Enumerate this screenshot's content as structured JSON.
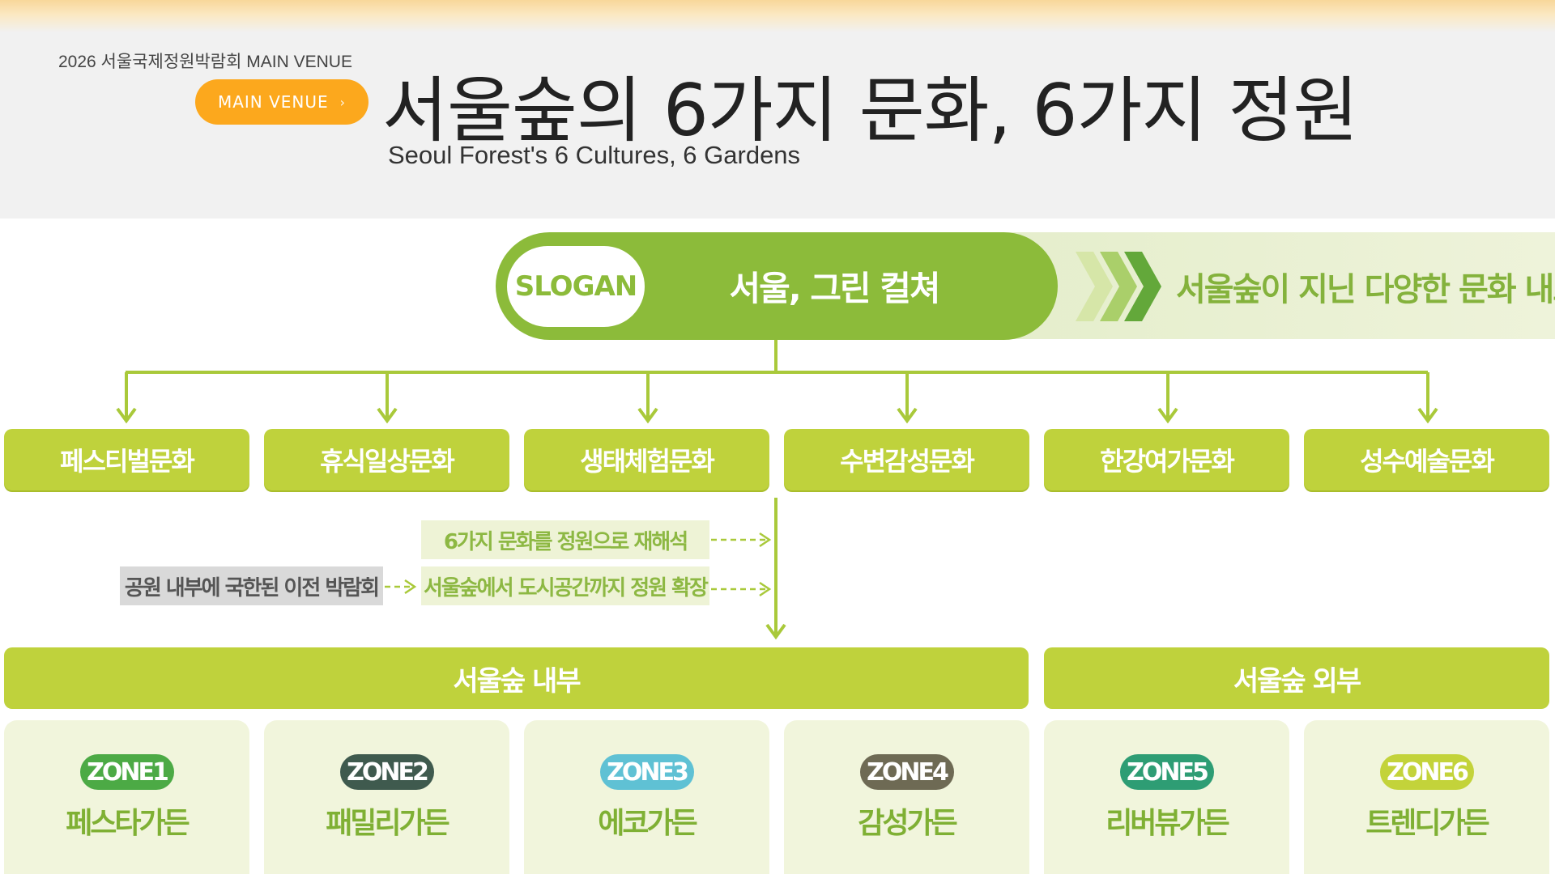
{
  "header": {
    "crumb": "2026 서울국제정원박람회 MAIN VENUE",
    "pill_label": "MAIN VENUE",
    "pill_chevron": "›",
    "title": "서울숲의 6가지 문화, 6가지 정원",
    "subtitle": "Seoul Forest's 6 Cultures, 6 Gardens"
  },
  "colors": {
    "accent_orange": "#fca81d",
    "slogan_green": "#8cbb3a",
    "culture_green": "#bfd23c",
    "card_bg": "#f1f5dc"
  },
  "slogan": {
    "tag": "SLOGAN",
    "text": "서울, 그린 컬쳐",
    "description": "서울숲이 지닌 다양한 문화 내포"
  },
  "cultures": [
    "페스티벌문화",
    "휴식일상문화",
    "생태체험문화",
    "수변감성문화",
    "한강여가문화",
    "성수예술문화"
  ],
  "notes": {
    "reinterpret": "6가지 문화를 정원으로 재해석",
    "expand": "서울숲에서 도시공간까지 정원 확장",
    "previous": "공원 내부에 국한된 이전 박람회"
  },
  "areas": {
    "inside": "서울숲 내부",
    "outside": "서울숲 외부"
  },
  "zones": [
    {
      "badge": "ZONE1",
      "name": "페스타가든",
      "color": "#4caa45",
      "text_color": "#7fb034"
    },
    {
      "badge": "ZONE2",
      "name": "패밀리가든",
      "color": "#3f5a4e",
      "text_color": "#7fb034"
    },
    {
      "badge": "ZONE3",
      "name": "에코가든",
      "color": "#5fc1d4",
      "text_color": "#7fb034"
    },
    {
      "badge": "ZONE4",
      "name": "감성가든",
      "color": "#6e6a54",
      "text_color": "#7fb034"
    },
    {
      "badge": "ZONE5",
      "name": "리버뷰가든",
      "color": "#2e9d74",
      "text_color": "#7fb034"
    },
    {
      "badge": "ZONE6",
      "name": "트렌디가든",
      "color": "#c3d33a",
      "text_color": "#7fb034"
    }
  ]
}
